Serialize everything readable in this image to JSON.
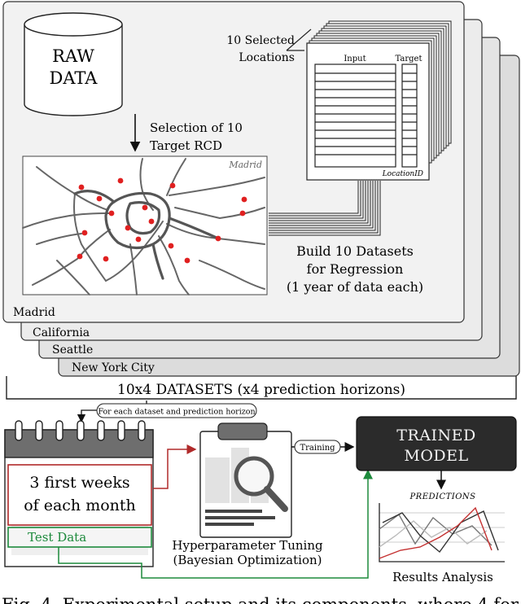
{
  "city_stack": {
    "cards": [
      "New York City",
      "Seattle",
      "California",
      "Madrid"
    ]
  },
  "raw_data": {
    "line1": "RAW",
    "line2": "DATA"
  },
  "selection": {
    "line1": "Selection of 10",
    "line2": "Target RCD"
  },
  "map": {
    "title": "Madrid"
  },
  "locations_label": {
    "line1": "10 Selected",
    "line2": "Locations"
  },
  "table": {
    "input_header": "Input",
    "target_header": "Target",
    "footer": "LocationID"
  },
  "build": {
    "line1": "Build 10 Datasets",
    "line2": "for Regression",
    "line3": "(1 year of data each)"
  },
  "datasets_banner": "10x4 DATASETS (x4 prediction horizons)",
  "per_dataset_note": "For each dataset and prediction horizon",
  "calendar": {
    "train_line1": "3 first weeks",
    "train_line2": "of each month",
    "test_label": "Test Data"
  },
  "tuning": {
    "line1": "Hyperparameter Tuning",
    "line2": "(Bayesian Optimization)"
  },
  "training_label": "Training",
  "model": {
    "line1": "TRAINED",
    "line2": "MODEL"
  },
  "predictions": {
    "title": "PREDICTIONS"
  },
  "results_label": "Results Analysis",
  "caption": "Fig. 4.  Experimental setup and its components, where 4 for",
  "colors": {
    "train_red": "#b02a2a",
    "test_green": "#1d8a3c",
    "model_bg": "#2b2b2b",
    "red_dot": "#e02020"
  }
}
